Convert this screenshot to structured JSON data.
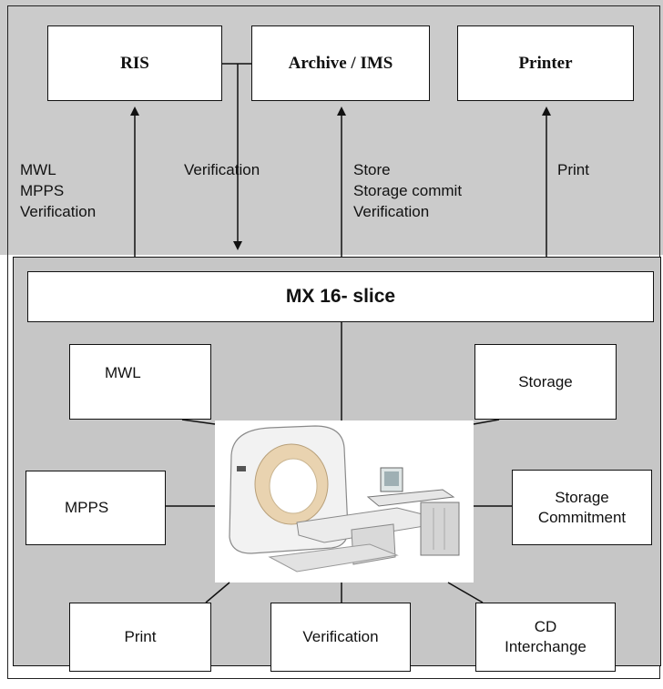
{
  "top_systems": {
    "ris": "RIS",
    "archive": "Archive / IMS",
    "printer": "Printer"
  },
  "links": {
    "ris_services": "MWL\nMPPS\nVerification",
    "verification": "Verification",
    "archive_services": "Store\nStorage commit\nVerification",
    "print": "Print"
  },
  "system": {
    "title": "MX 16- slice",
    "modules": {
      "mwl": "MWL",
      "storage": "Storage",
      "mpps": "MPPS",
      "storage_commitment": "Storage\nCommitment",
      "print": "Print",
      "verification": "Verification",
      "cd_interchange": "CD\nInterchange"
    }
  },
  "colors": {
    "background_top": "#cbcbcb",
    "panel": "#c6c6c6",
    "box_fill": "#ffffff",
    "stroke": "#111111"
  }
}
